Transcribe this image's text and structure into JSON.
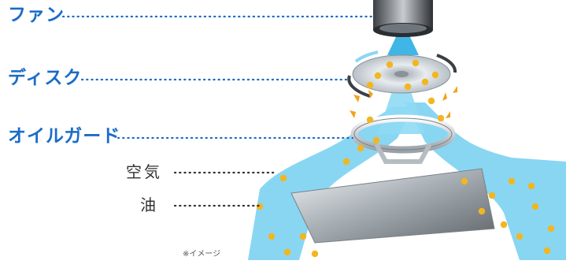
{
  "labels": {
    "fan": "ファン",
    "disk": "ディスク",
    "oil_guard": "オイルガード",
    "air": "空気",
    "oil": "油"
  },
  "note": "※イメージ",
  "colors": {
    "label_blue": "#1a6cc8",
    "airflow": "#7fd3f2",
    "airflow_dark": "#3fb6e6",
    "oil_droplet": "#f2b61f",
    "leader_dots": "#1a6cc8"
  },
  "icons": {
    "fan": "cylindrical-fan-icon",
    "disk": "spinning-disk-icon",
    "oil_guard": "ring-guard-icon",
    "filter_plate": "metal-plate-icon"
  }
}
